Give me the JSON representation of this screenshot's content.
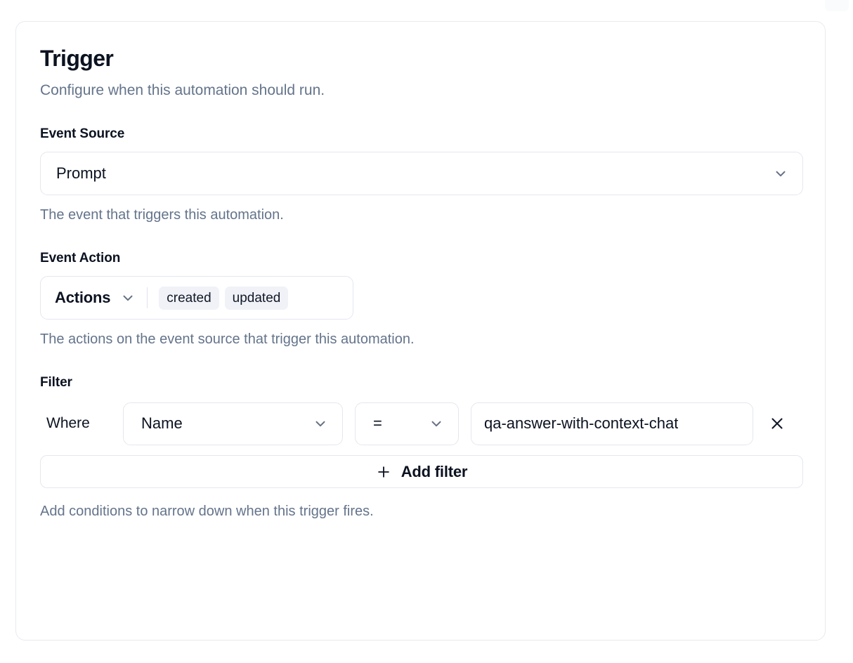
{
  "card": {
    "title": "Trigger",
    "subtitle": "Configure when this automation should run."
  },
  "event_source": {
    "label": "Event Source",
    "value": "Prompt",
    "help": "The event that triggers this automation.",
    "chevron_icon": "chevron-down-icon"
  },
  "event_action": {
    "label": "Event Action",
    "trigger_label": "Actions",
    "chips": [
      "created",
      "updated"
    ],
    "help": "The actions on the event source that trigger this automation.",
    "chevron_icon": "chevron-down-icon"
  },
  "filter": {
    "label": "Filter",
    "where_label": "Where",
    "field_value": "Name",
    "operator_value": "=",
    "value": "qa-answer-with-context-chat",
    "remove_icon": "close-icon",
    "add_filter_label": "Add filter",
    "add_filter_icon": "plus-icon",
    "help": "Add conditions to narrow down when this trigger fires."
  },
  "colors": {
    "text_primary": "#0b1220",
    "text_muted": "#64748b",
    "border": "#e4e7ef",
    "chip_bg": "#f0f2f7",
    "icon_muted": "#667085"
  }
}
